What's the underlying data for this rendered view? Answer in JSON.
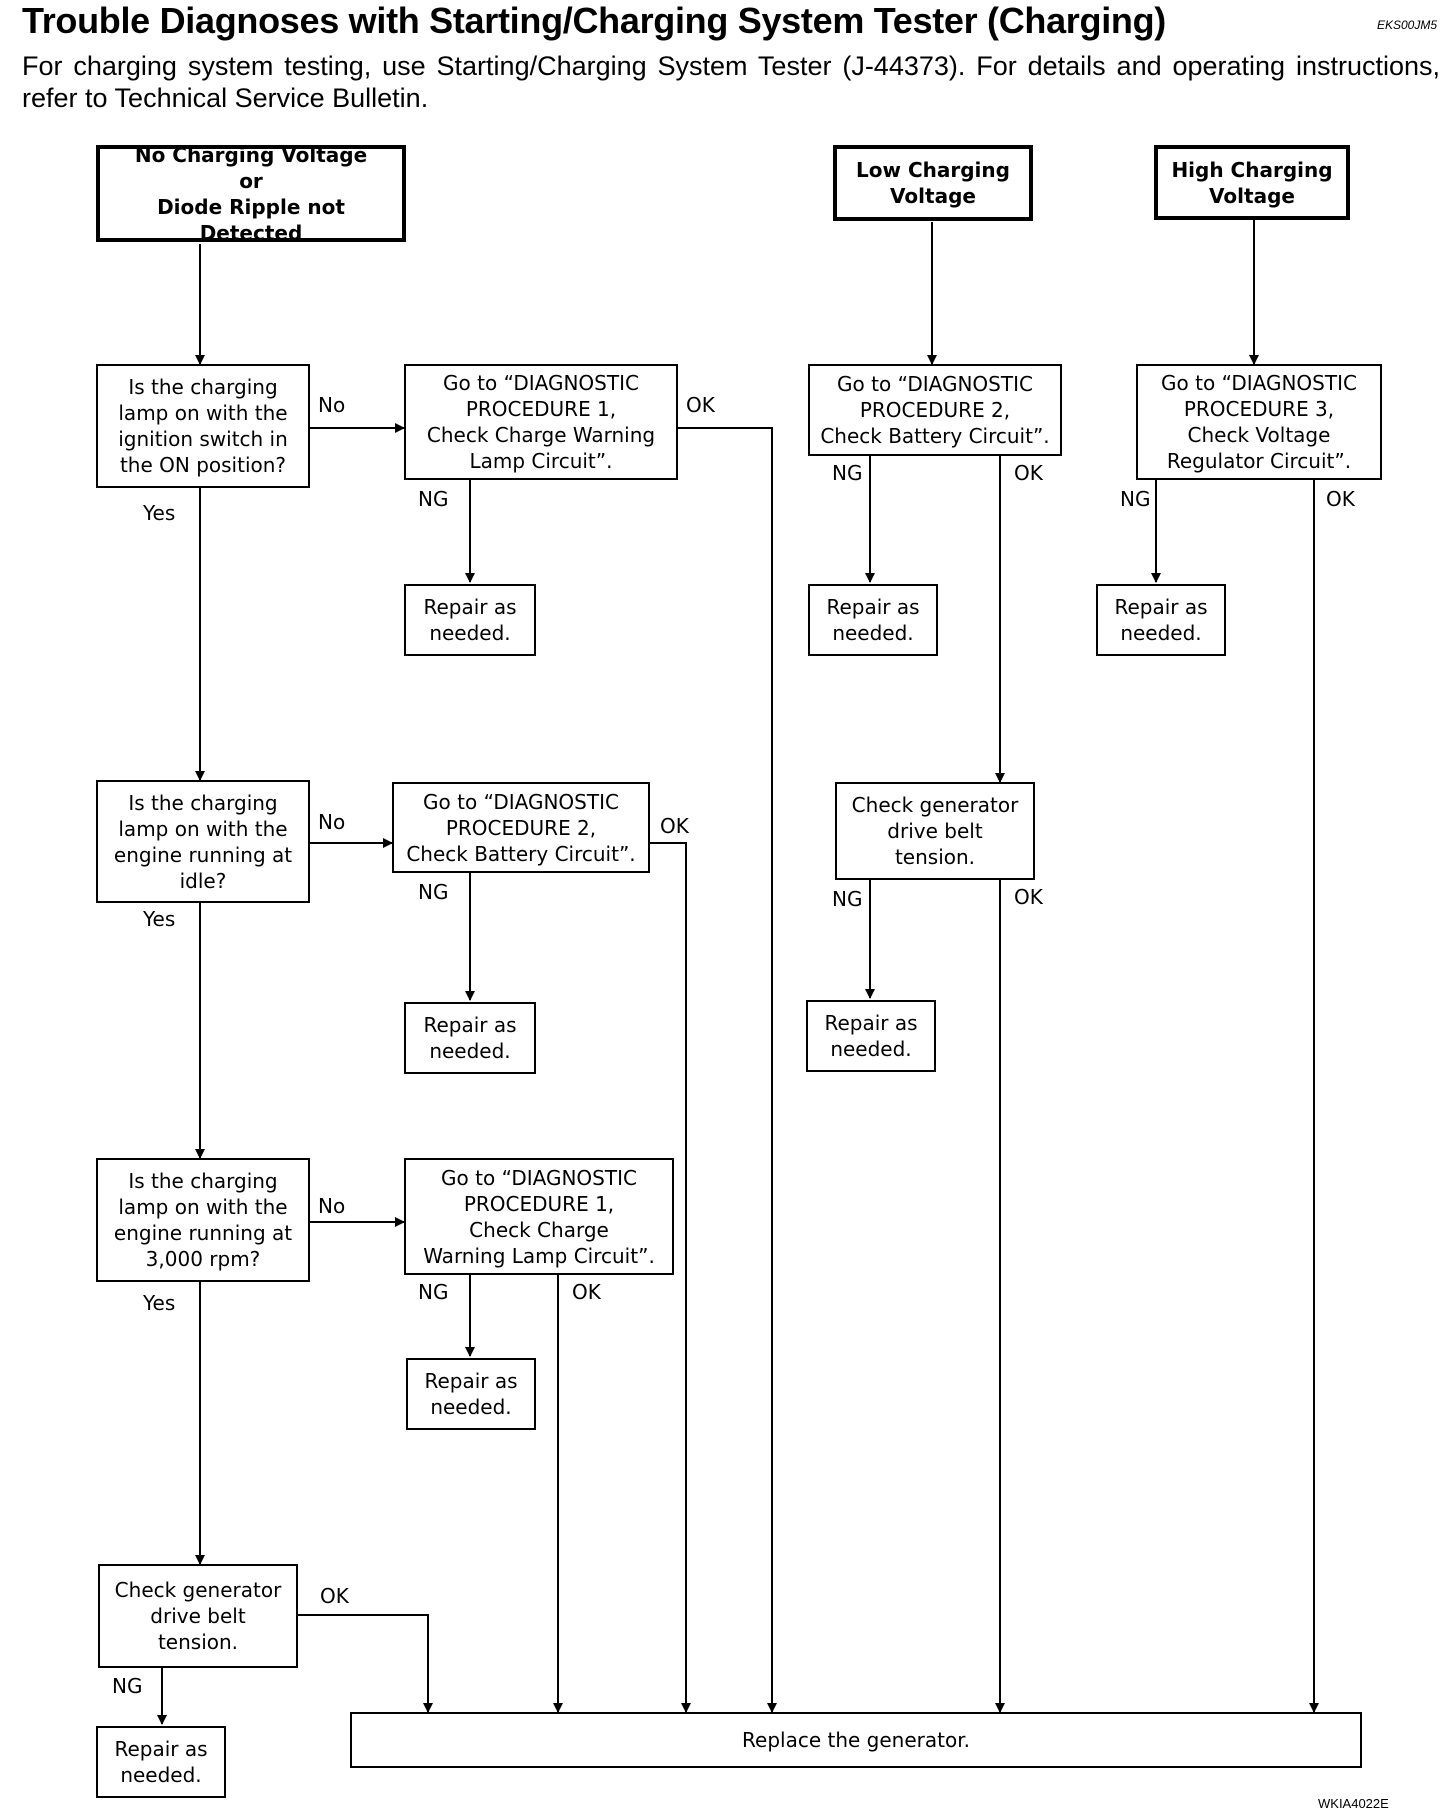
{
  "header": {
    "title": "Trouble Diagnoses with Starting/Charging System Tester (Charging)",
    "code": "EKS00JM5",
    "intro": "For charging system testing, use Starting/Charging System Tester (J-44373).  For details and operating instructions, refer to Technical Service Bulletin."
  },
  "figure_code": "WKIA4022E",
  "flow": {
    "no_voltage": "No Charging Voltage\nor\nDiode Ripple not Detected",
    "low_voltage": "Low Charging\nVoltage",
    "high_voltage": "High Charging\nVoltage",
    "q_ignition": "Is the charging\nlamp on with the\nignition switch in\nthe ON position?",
    "q_idle": "Is the charging\nlamp on with the\nengine running at\nidle?",
    "q_3000": "Is the charging\nlamp on with the\nengine running at\n3,000 rpm?",
    "proc1_a": "Go to “DIAGNOSTIC\nPROCEDURE 1,\nCheck Charge Warning\nLamp Circuit”.",
    "proc2_a": "Go to “DIAGNOSTIC\nPROCEDURE 2,\nCheck Battery Circuit”.",
    "proc1_b": "Go to “DIAGNOSTIC\nPROCEDURE 1,\nCheck Charge\nWarning Lamp Circuit”.",
    "proc2_low": "Go to “DIAGNOSTIC\nPROCEDURE 2,\nCheck Battery Circuit”.",
    "proc3_high": "Go to “DIAGNOSTIC\nPROCEDURE 3,\nCheck Voltage\nRegulator Circuit”.",
    "belt_low": "Check generator\ndrive belt\ntension.",
    "belt_main": "Check generator\ndrive belt\ntension.",
    "repair": "Repair as\nneeded.",
    "replace": "Replace the generator.",
    "labels": {
      "no": "No",
      "yes": "Yes",
      "ok": "OK",
      "ng": "NG"
    }
  }
}
